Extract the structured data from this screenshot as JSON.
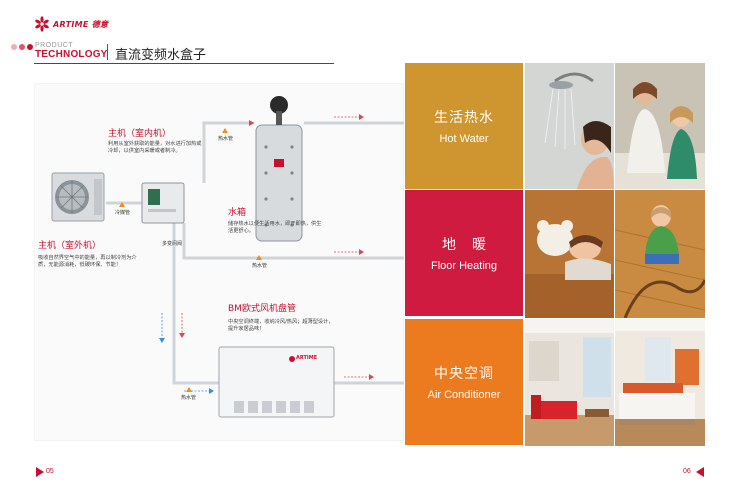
{
  "header": {
    "logo_text": "ARTIME 德意",
    "product_label": "PRODUCT",
    "technology_label": "TECHNOLOGY",
    "page_title": "直流变频水盒子"
  },
  "diagram": {
    "indoor_unit": {
      "title": "主机（室内机）",
      "description": "利用从室外获取的能量，对水进行加热或冷却，以供室内采暖或者制冷。"
    },
    "outdoor_unit": {
      "title": "主机（室外机）",
      "description": "吸收自然界空气中的能量，再以制冷剂为介质，无能源消耗，低碳环保、节能！"
    },
    "water_tank": {
      "title": "水箱",
      "description": "储存热水以便生活用水，即开即热，供生活更舒心。"
    },
    "fan_coil": {
      "title": "BM欧式风机盘管",
      "description": "中央空调终端，收纳冷风/热风；超薄型设计，提升家居品味！",
      "brand": "ARTIME"
    },
    "tags": {
      "refrigerant_pipe": "冷媒管",
      "hot_water_pipe_1": "热水管",
      "hot_water_pipe_2": "热水管",
      "hot_water_pipe_3": "热水管",
      "multi_valve": "多变间阀"
    }
  },
  "applications": [
    {
      "zh": "生活热水",
      "en": "Hot Water"
    },
    {
      "zh": "地暖",
      "en": "Floor Heating"
    },
    {
      "zh": "中央空调",
      "en": "Air Conditioner"
    }
  ],
  "footer": {
    "page_left": "05",
    "page_right": "06"
  },
  "colors": {
    "brand_red": "#c8102e",
    "hot_water": "#cf952e",
    "floor_heating": "#cf1b40",
    "air_conditioner": "#ec7a1f"
  }
}
